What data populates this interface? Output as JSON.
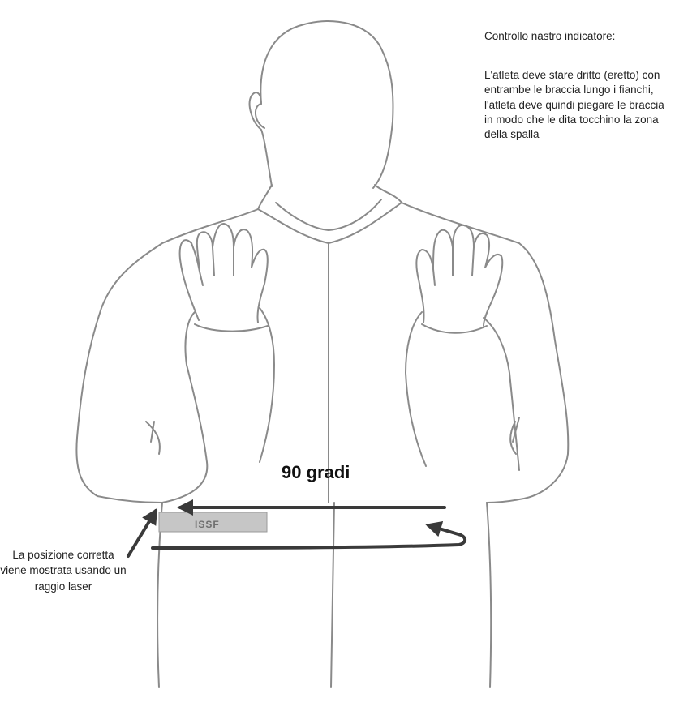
{
  "instruction": {
    "title": "Controllo nastro indicatore:",
    "body": "L'atleta deve stare dritto (eretto) con entrambe le braccia lungo i fianchi, l'atleta deve quindi piegare le braccia in modo che le dita tocchino la zona della spalla"
  },
  "angle_label": "90 gradi",
  "band_label": "ISSF",
  "laser_caption": "La posizione corretta viene mostrata usando un raggio laser",
  "colors": {
    "outline": "#8a8a8a",
    "arrow": "#3a3a3a",
    "band": "#c6c6c6"
  }
}
